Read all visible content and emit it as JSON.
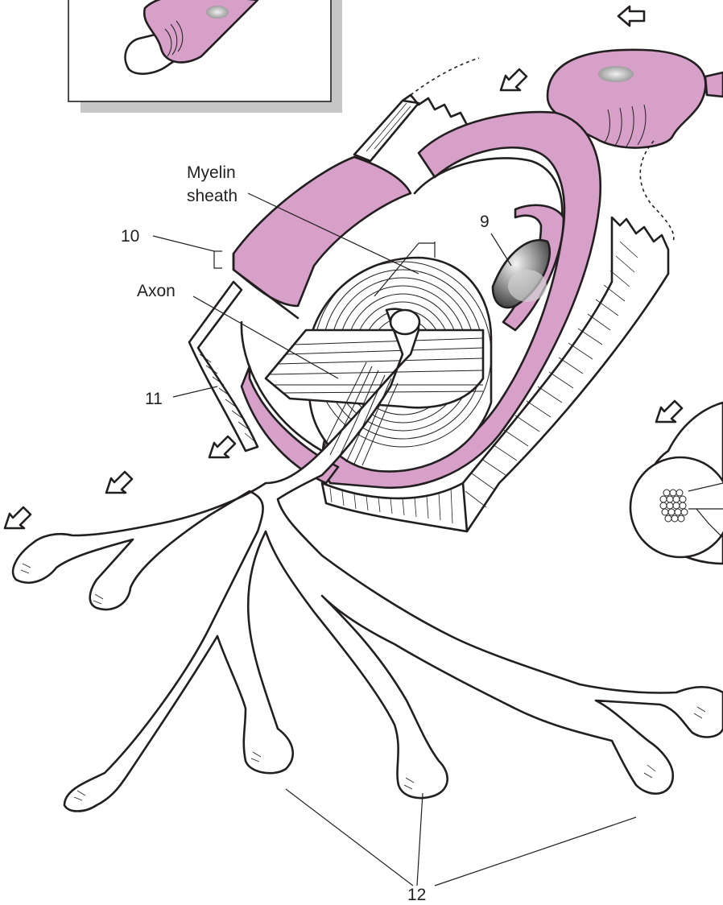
{
  "labels": {
    "myelin_line1": "Myelin",
    "myelin_line2": "sheath",
    "axon": "Axon",
    "n9": "9",
    "n10": "10",
    "n11": "11",
    "n12": "12"
  },
  "colors": {
    "myelin_pink": "#d6a0c8",
    "myelin_dark": "#b97aa9",
    "ink": "#231f20",
    "shadow": "#c6c6c6",
    "nucleus": "#8a8a8a"
  }
}
